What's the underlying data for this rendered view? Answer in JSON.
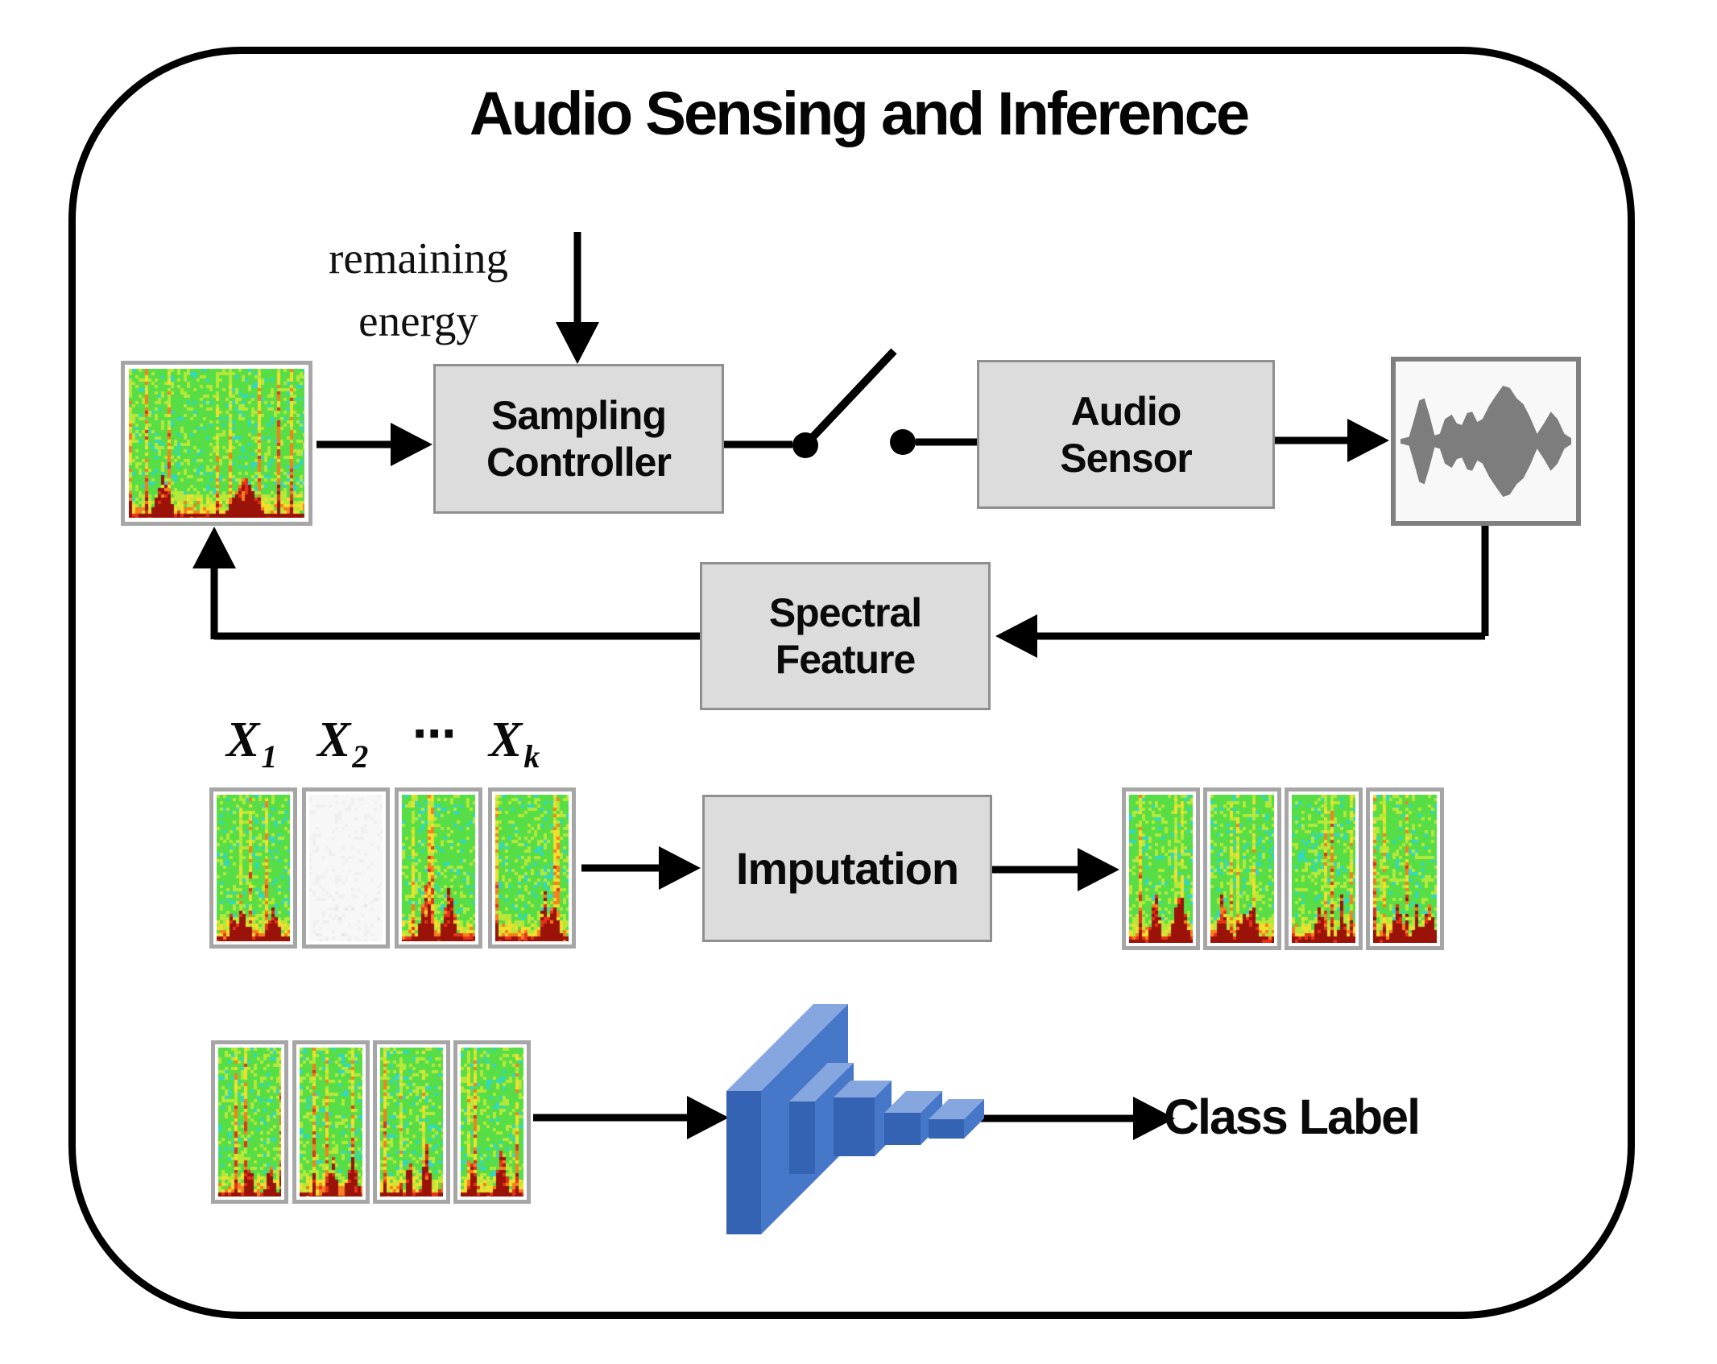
{
  "title": "Audio Sensing and Inference",
  "flow": {
    "remaining_energy": [
      "remaining",
      "energy"
    ],
    "sampling_controller": [
      "Sampling",
      "Controller"
    ],
    "audio_sensor": [
      "Audio",
      "Sensor"
    ],
    "spectral_feature": [
      "Spectral",
      "Feature"
    ],
    "imputation": "Imputation",
    "class_label": "Class Label"
  },
  "sequence_labels": [
    {
      "base": "X",
      "sub": "1"
    },
    {
      "base": "X",
      "sub": "2"
    },
    {
      "base": "⋯",
      "sub": ""
    },
    {
      "base": "X",
      "sub": "k"
    }
  ],
  "icons": {
    "spectrogram_thumbnails": "mel-spectrogram",
    "missing_segment": "blank-spectrogram",
    "switch": "open-circuit-switch",
    "waveform": "audio-waveform",
    "cnn": "3d-conv-net-funnel"
  },
  "colors": {
    "outer_border": "#000000",
    "arrow": "#000000",
    "box_fill": "#dcdcdc",
    "box_border": "#8f8f8f",
    "strip_border": "#a6a6a6",
    "waveform": "#7d7d7d",
    "waveform_bg": "#f8f8f8",
    "cnn_front": "#3563b4",
    "cnn_side": "#4677c8",
    "cnn_top": "#86a6e0",
    "blank_strip_fill": "#f7f7f7",
    "spectrogram_palette": [
      "#2fd8c8",
      "#57dd45",
      "#b5e838",
      "#f2df2d",
      "#f77f1e",
      "#e3331c",
      "#9b1208"
    ]
  }
}
